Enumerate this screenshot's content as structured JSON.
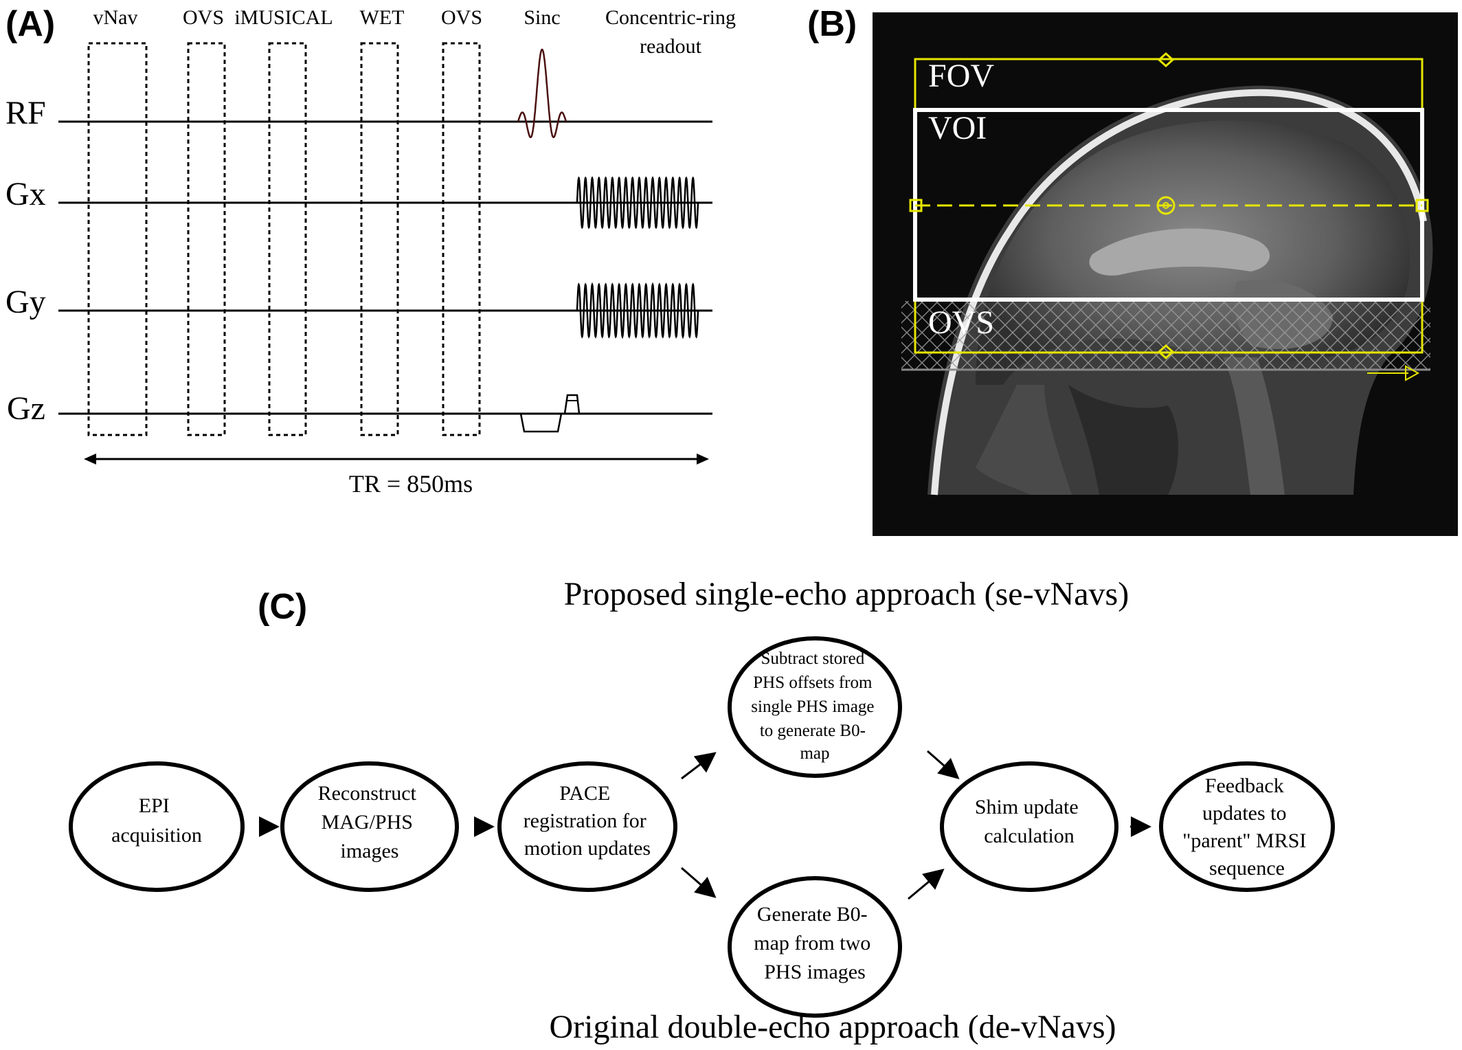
{
  "panel_a": {
    "letter": "(A)",
    "blocks": {
      "vnav": "vNav",
      "ovs1": "OVS",
      "imusical": "iMUSICAL",
      "wet": "WET",
      "ovs2": "OVS",
      "sinc": "Sinc",
      "readout_line1": "Concentric-ring",
      "readout_line2": "readout"
    },
    "channels": {
      "rf": "RF",
      "gx": "Gx",
      "gy": "Gy",
      "gz": "Gz"
    },
    "tr": "TR = 850ms"
  },
  "panel_b": {
    "letter": "(B)",
    "labels": {
      "fov": "FOV",
      "voi": "VOI",
      "ovs": "OVS"
    },
    "colors": {
      "fov_box": "#e6e600",
      "voi_box": "#ffffff"
    }
  },
  "panel_c": {
    "letter": "(C)",
    "top_title": "Proposed single-echo approach (se-vNavs)",
    "bottom_title": "Original double-echo approach (de-vNavs)",
    "nodes": {
      "epi": [
        "EPI",
        "acquisition"
      ],
      "recon": [
        "Reconstruct",
        "MAG/PHS",
        "images"
      ],
      "pace": [
        "PACE",
        "registration for",
        "motion updates"
      ],
      "subtract": [
        "Subtract stored",
        "PHS offsets from",
        "single PHS image",
        "to generate B0-",
        "map"
      ],
      "generate": [
        "Generate B0-",
        "map from two",
        "PHS images"
      ],
      "shim": [
        "Shim update",
        "calculation"
      ],
      "feedback": [
        "Feedback",
        "updates to",
        "\"parent\"  MRSI",
        "sequence"
      ]
    }
  }
}
